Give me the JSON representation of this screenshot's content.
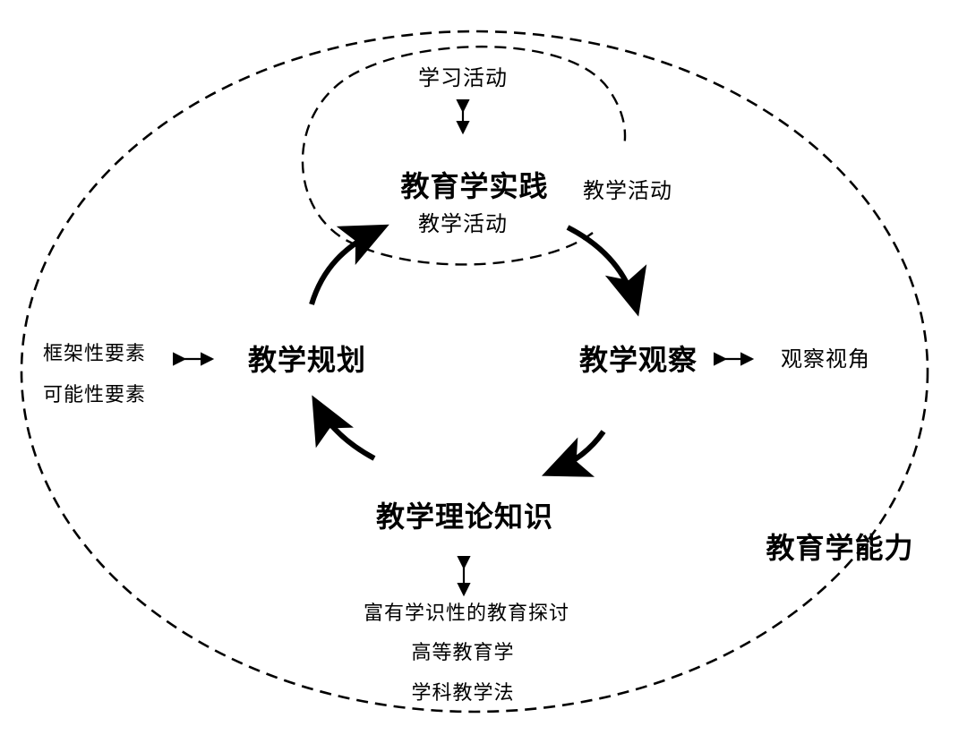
{
  "outer_cycle": {
    "label": "教育学能力"
  },
  "practice": {
    "title": "教育学实践",
    "inner_label": "教学活动",
    "top_label": "学习活动",
    "side_label": "教学活动"
  },
  "planning": {
    "title": "教学规划",
    "elements": [
      "框架性要素",
      "可能性要素"
    ]
  },
  "observation": {
    "title": "教学观察",
    "perspective": "观察视角"
  },
  "theory": {
    "title": "教学理论知识",
    "sources": [
      "富有学识性的教育探讨",
      "高等教育学",
      "学科教学法"
    ]
  }
}
